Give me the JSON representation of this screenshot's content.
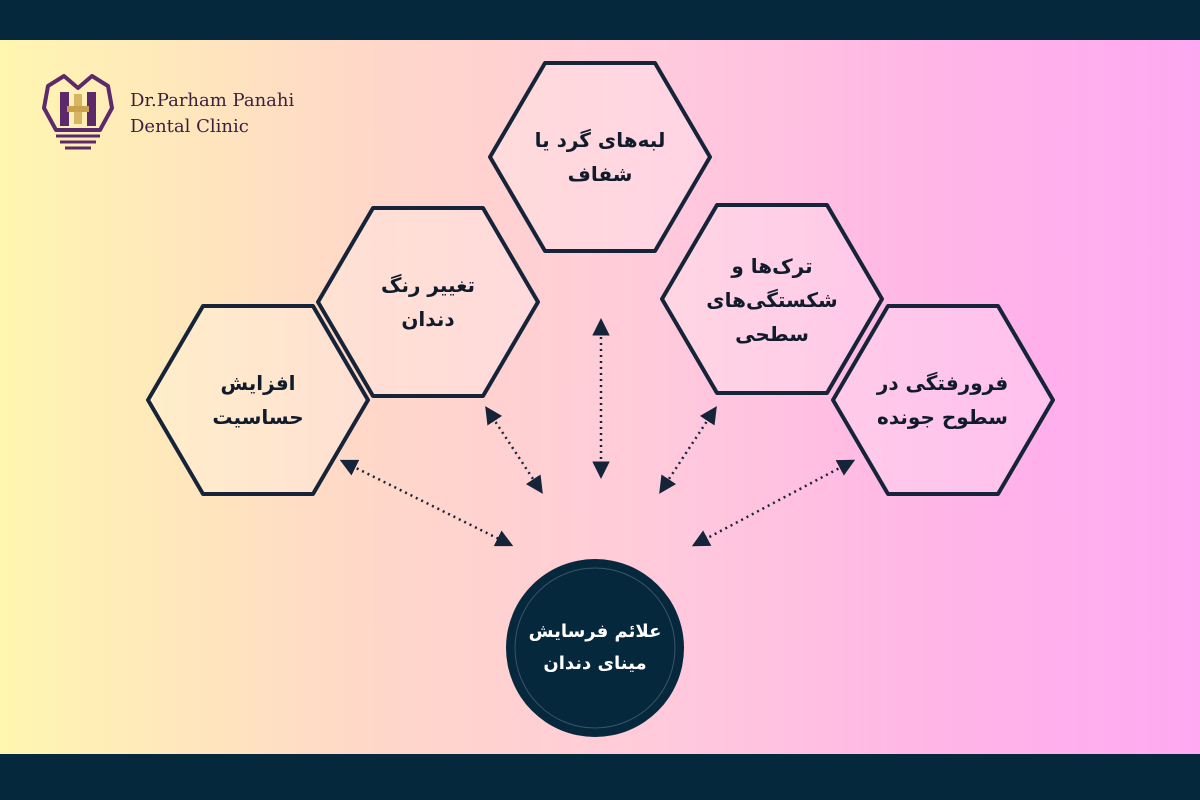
{
  "brand": {
    "line1": "Dr.Parham Panahi",
    "line2": "Dental Clinic"
  },
  "center": {
    "title": "علائم فرسایش مینای دندان"
  },
  "nodes": [
    {
      "id": "sensitivity",
      "label": "افزایش حساسیت"
    },
    {
      "id": "discoloration",
      "label": "تغییر رنگ دندان"
    },
    {
      "id": "translucent-edges",
      "label": "لبه‌های گرد یا شفاف"
    },
    {
      "id": "cracks",
      "label": "ترک‌ها و شکستگی‌های سطحی"
    },
    {
      "id": "dents",
      "label": "فرورفتگی در سطوح جونده"
    }
  ],
  "colors": {
    "frame": "#05283d",
    "hex_stroke": "#16243a",
    "hex_fill": "rgba(255,255,255,0.25)",
    "center_fill": "#05283d",
    "logo_purple": "#5c2a6a",
    "logo_gold": "#c9a24b"
  },
  "icons": [
    "tooth-logo-icon"
  ]
}
